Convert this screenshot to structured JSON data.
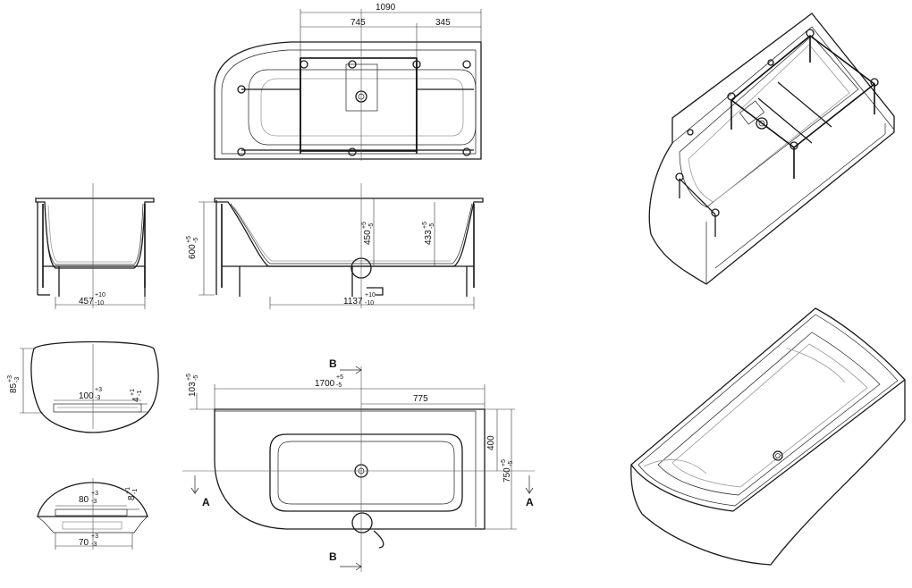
{
  "top_view": {
    "dim_total": "1090",
    "dim_left": "745",
    "dim_right": "345"
  },
  "side_view_short": {
    "width": "457",
    "width_tol_up": "+10",
    "width_tol_down": "-10"
  },
  "side_view_long": {
    "height_total": "600",
    "height_total_up": "+5",
    "height_total_down": "-5",
    "depth_1": "450",
    "depth_1_up": "+5",
    "depth_1_down": "-5",
    "depth_2": "433",
    "depth_2_up": "+5",
    "depth_2_down": "-5",
    "width": "1137",
    "width_tol_up": "+10",
    "width_tol_down": "-10"
  },
  "rim_detail": {
    "height": "85",
    "height_tol": "-3",
    "height_tol_up": "+3",
    "width": "100",
    "width_tol_up": "+3",
    "width_tol_down": "-3",
    "gap": "4",
    "gap_tol_up": "+1",
    "gap_tol_down": "-1"
  },
  "foot_detail": {
    "top_width": "80",
    "top_tol_up": "+3",
    "top_tol_down": "-3",
    "height": "8",
    "height_tol_up": "+1",
    "height_tol_down": "-1",
    "bottom_width": "70",
    "bottom_tol_up": "+3",
    "bottom_tol_down": "-3"
  },
  "plan_view": {
    "length": "1700",
    "length_tol_up": "+5",
    "length_tol_down": "-5",
    "offset": "775",
    "radius_offset": "103",
    "radius_offset_up": "+5",
    "radius_offset_down": "-5",
    "inner_depth": "400",
    "width": "750",
    "width_tol_up": "+5",
    "width_tol_down": "-5",
    "section_b": "B",
    "section_a": "A"
  }
}
